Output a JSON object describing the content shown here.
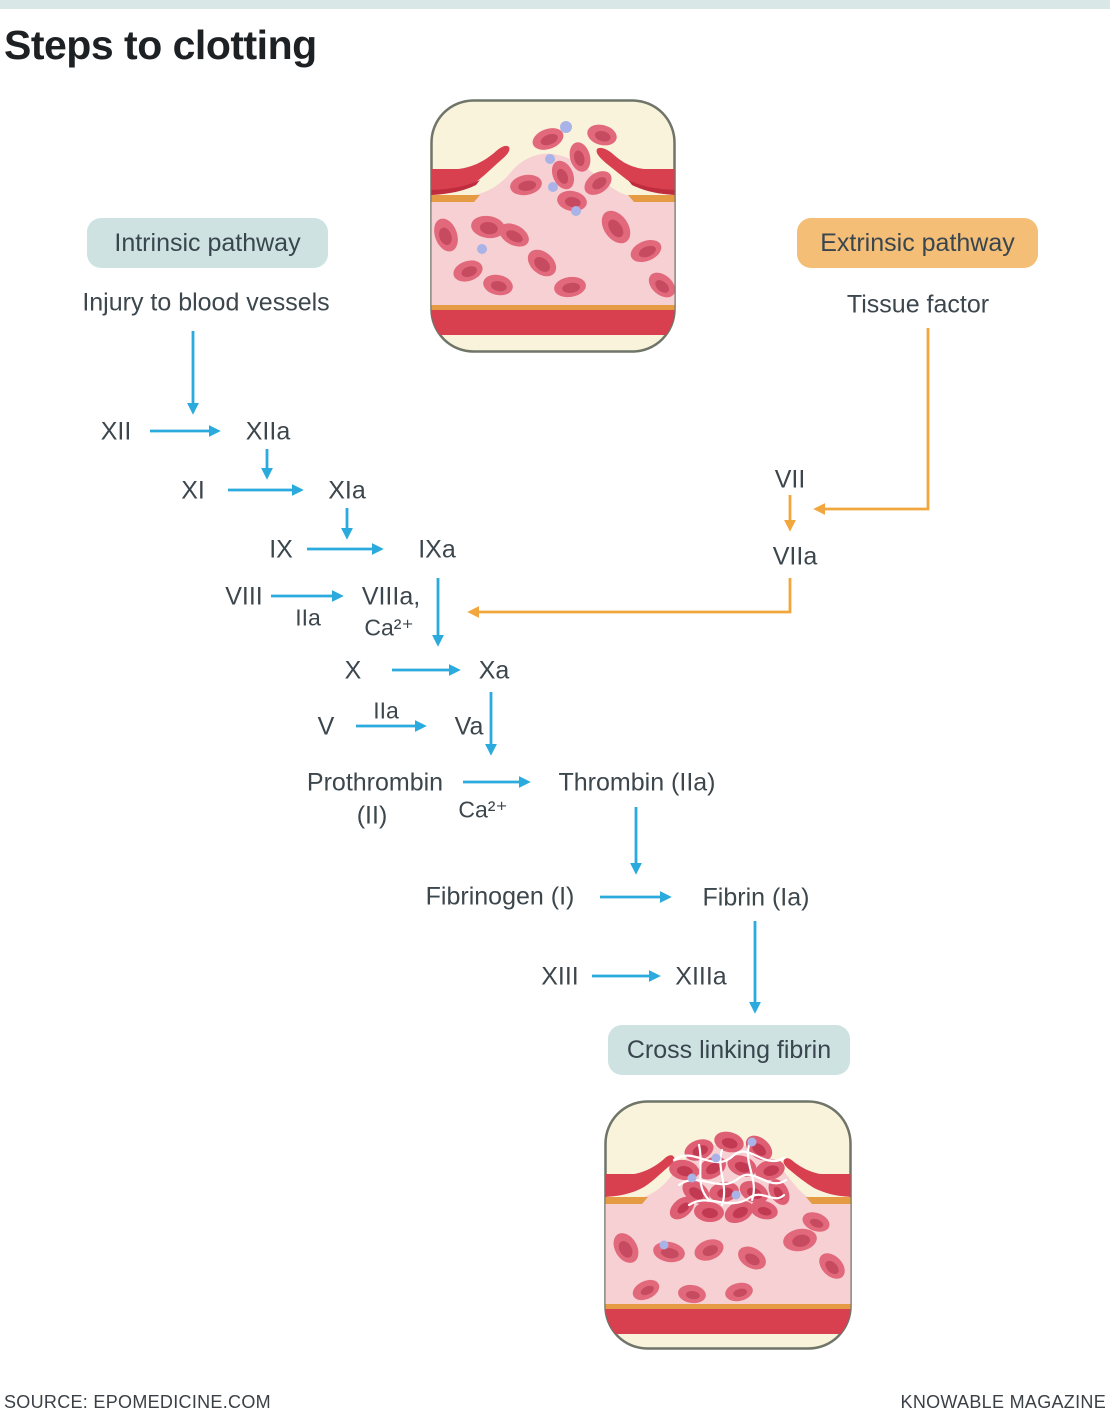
{
  "title": "Steps to clotting",
  "pathways": {
    "intrinsic": {
      "label": "Intrinsic pathway",
      "trigger": "Injury to blood vessels"
    },
    "extrinsic": {
      "label": "Extrinsic pathway",
      "trigger": "Tissue factor"
    }
  },
  "nodes": {
    "xii": "XII",
    "xiia": "XIIa",
    "xi": "XI",
    "xia": "XIa",
    "ix": "IX",
    "ixa": "IXa",
    "viii": "VIII",
    "viiia": "VIIIa,",
    "viiia_ca": "Ca²⁺",
    "viii_cofactor": "IIa",
    "x": "X",
    "xa": "Xa",
    "v": "V",
    "v_cofactor": "IIa",
    "va": "Va",
    "prothrombin": "Prothrombin",
    "prothrombin_number": "(II)",
    "prothrombin_ca": "Ca²⁺",
    "thrombin": "Thrombin (IIa)",
    "fibrinogen": "Fibrinogen (I)",
    "fibrin": "Fibrin (Ia)",
    "xiii": "XIII",
    "xiiia": "XIIIa",
    "vii": "VII",
    "viia": "VIIa"
  },
  "result": "Cross linking fibrin",
  "footer": {
    "source": "SOURCE: EPOMEDICINE.COM",
    "credit": "KNOWABLE MAGAZINE"
  },
  "colors": {
    "intrinsic_arrow": "#2baade",
    "extrinsic_arrow": "#f2a73e",
    "intrinsic_chip_bg": "#cee2e1",
    "extrinsic_chip_bg": "#f4be76",
    "result_chip_bg": "#cee2e1",
    "top_bar": "#d9e8e6"
  },
  "illustrations": {
    "top": "injured-blood-vessel",
    "bottom": "clotted-blood-vessel"
  }
}
